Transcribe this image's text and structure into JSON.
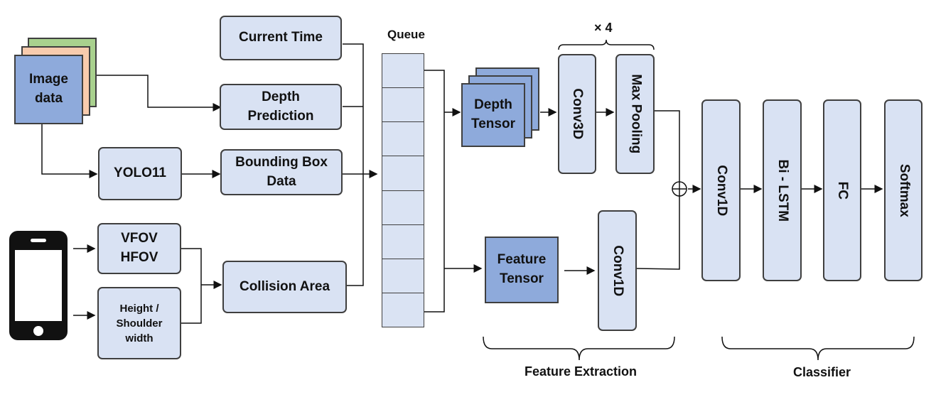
{
  "inputs": {
    "image_data": "Image\ndata",
    "fov": "VFOV\nHFOV",
    "height_shoulder": "Height /\nShoulder\nwidth"
  },
  "preprocess": {
    "current_time": "Current Time",
    "depth_prediction": "Depth\nPrediction",
    "yolo": "YOLO11",
    "bounding_box": "Bounding Box\nData",
    "collision_area": "Collision Area"
  },
  "queue": {
    "label": "Queue",
    "cell_count": 8
  },
  "feature_extraction": {
    "depth_tensor": "Depth\nTensor",
    "conv3d": "Conv3D",
    "max_pooling": "Max Pooling",
    "repeat": "× 4",
    "feature_tensor": "Feature\nTensor",
    "conv1d": "Conv1D",
    "group_label": "Feature Extraction"
  },
  "classifier": {
    "conv1d": "Conv1D",
    "bilstm": "Bi - LSTM",
    "fc": "FC",
    "softmax": "Softmax",
    "group_label": "Classifier"
  },
  "colors": {
    "light_box": "#d9e2f3",
    "dark_box": "#8eaadb",
    "image_green": "#a9d18e",
    "image_peach": "#f8cbad",
    "outline": "#3f3f3f"
  }
}
